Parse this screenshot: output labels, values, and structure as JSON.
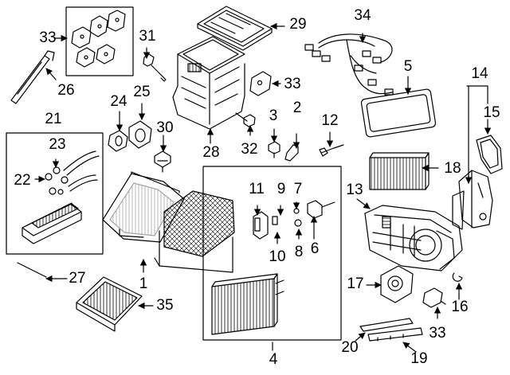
{
  "callouts": [
    {
      "id": "c1",
      "label": "1"
    },
    {
      "id": "c2",
      "label": "2"
    },
    {
      "id": "c3",
      "label": "3"
    },
    {
      "id": "c4",
      "label": "4"
    },
    {
      "id": "c5",
      "label": "5"
    },
    {
      "id": "c6",
      "label": "6"
    },
    {
      "id": "c7",
      "label": "7"
    },
    {
      "id": "c8",
      "label": "8"
    },
    {
      "id": "c9",
      "label": "9"
    },
    {
      "id": "c10",
      "label": "10"
    },
    {
      "id": "c11",
      "label": "11"
    },
    {
      "id": "c12",
      "label": "12"
    },
    {
      "id": "c13",
      "label": "13"
    },
    {
      "id": "c14",
      "label": "14"
    },
    {
      "id": "c15",
      "label": "15"
    },
    {
      "id": "c16",
      "label": "16"
    },
    {
      "id": "c17",
      "label": "17"
    },
    {
      "id": "c18",
      "label": "18"
    },
    {
      "id": "c19",
      "label": "19"
    },
    {
      "id": "c20",
      "label": "20"
    },
    {
      "id": "c21",
      "label": "21"
    },
    {
      "id": "c22",
      "label": "22"
    },
    {
      "id": "c23",
      "label": "23"
    },
    {
      "id": "c24",
      "label": "24"
    },
    {
      "id": "c25",
      "label": "25"
    },
    {
      "id": "c26",
      "label": "26"
    },
    {
      "id": "c27",
      "label": "27"
    },
    {
      "id": "c28",
      "label": "28"
    },
    {
      "id": "c29",
      "label": "29"
    },
    {
      "id": "c30",
      "label": "30"
    },
    {
      "id": "c31",
      "label": "31"
    },
    {
      "id": "c32",
      "label": "32"
    },
    {
      "id": "c33a",
      "label": "33"
    },
    {
      "id": "c33b",
      "label": "33"
    },
    {
      "id": "c33c",
      "label": "33"
    },
    {
      "id": "c34",
      "label": "34"
    },
    {
      "id": "c35",
      "label": "35"
    }
  ]
}
